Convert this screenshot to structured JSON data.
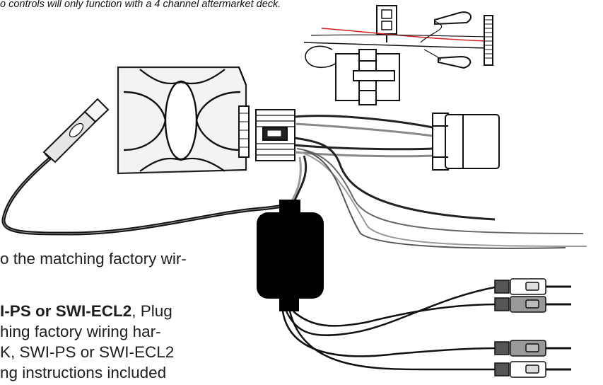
{
  "top_note": "o controls will only function with a 4 channel aftermarket deck.",
  "paragraph": {
    "line1": "o the matching factory wir-",
    "line2_bold": "I-PS or SWI-ECL2",
    "line2_rest": ", Plug",
    "line3": "hing factory wiring har-",
    "line4": "K, SWI-PS or SWI-ECL2",
    "line5": "ng instructions included"
  },
  "colors": {
    "ink": "#111111",
    "red_wire": "#d42020",
    "gray_wire": "#9a9a9a",
    "module_fill": "#000000"
  }
}
